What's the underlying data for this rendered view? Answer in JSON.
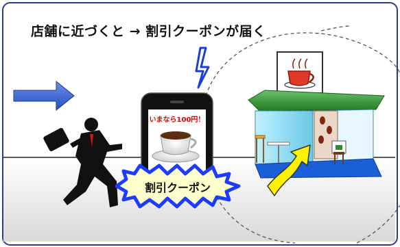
{
  "title": "店舗に近づくと → 割引クーポンが届く",
  "phone_banner": "いまなら100円！",
  "coupon_label": "割引クーポン",
  "colors": {
    "frame": "#2b3a8c",
    "arrow": "#3a5fc8",
    "bolt": "#1a3fd6",
    "coupon_burst": "#1e3cff",
    "coupon_text": "#ffff00",
    "phone_body": "#111111",
    "shop_roof": "#2e8a2e",
    "shop_wall": "#7fd6f0",
    "curved_arrow": "#ffee00"
  },
  "icons": [
    "right-arrow-icon",
    "lightning-icon",
    "walking-businessman-icon",
    "smartphone-icon",
    "coffee-cup-icon",
    "shop-icon",
    "curved-arrow-icon"
  ]
}
